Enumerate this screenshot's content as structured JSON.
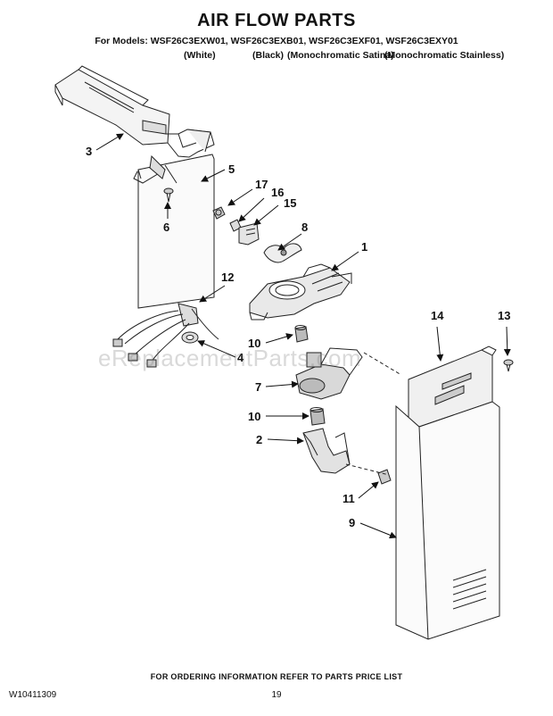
{
  "title": "AIR FLOW PARTS",
  "models_line": "For Models: WSF26C3EXW01, WSF26C3EXB01, WSF26C3EXF01, WSF26C3EXY01",
  "variants": {
    "white": "(White)",
    "black": "(Black)",
    "satina": "(Monochromatic Satina)",
    "stainless": "(Monochromatic Stainless)"
  },
  "callouts": [
    "1",
    "2",
    "3",
    "4",
    "5",
    "6",
    "7",
    "8",
    "9",
    "10",
    "10",
    "11",
    "12",
    "13",
    "14",
    "15",
    "16",
    "17"
  ],
  "watermark": "eReplacementParts.com",
  "order_note": "FOR ORDERING INFORMATION REFER TO PARTS PRICE LIST",
  "doc_number": "W10411309",
  "page_number": "19"
}
